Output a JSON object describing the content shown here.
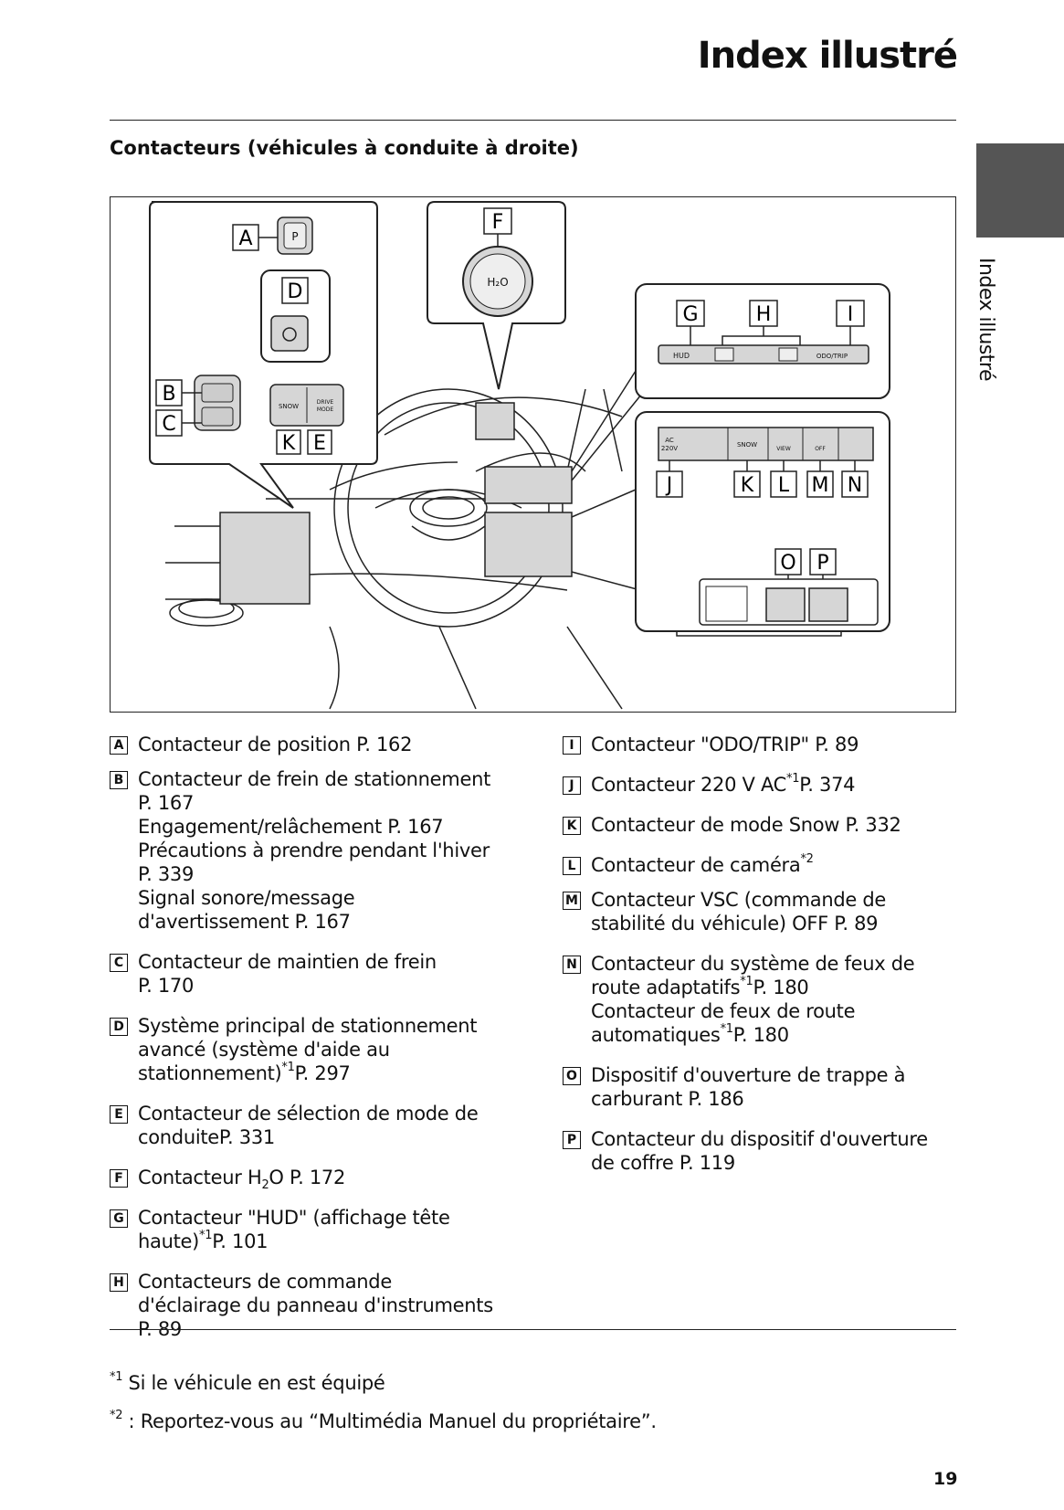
{
  "header": {
    "page_title": "Index illustré",
    "section_title": "Contacteurs (véhicules à conduite à droite)",
    "side_tab_label": "Index illustré"
  },
  "figure": {
    "callouts": [
      "A",
      "B",
      "C",
      "D",
      "E",
      "F",
      "G",
      "H",
      "I",
      "J",
      "K",
      "L",
      "M",
      "N",
      "O",
      "P"
    ],
    "switch_labels": {
      "park": "P",
      "h2o": "H₂O",
      "snow": "SNOW",
      "drive_mode_1": "DRIVE",
      "drive_mode_2": "MODE",
      "hud": "HUD",
      "odo_trip": "ODO/TRIP",
      "ac_1": "AC",
      "ac_2": "220V",
      "view": "VIEW",
      "off": "OFF"
    }
  },
  "legend_left": [
    {
      "key": "A",
      "lines": [
        "Contacteur de position P. 162"
      ]
    },
    {
      "key": "B",
      "lines": [
        "Contacteur de frein de stationnement",
        "P. 167",
        "Engagement/relâchement P. 167",
        "Précautions à prendre pendant l'hiver",
        "P. 339",
        "Signal sonore/message",
        "d'avertissement P. 167"
      ]
    },
    {
      "key": "C",
      "lines": [
        "Contacteur de maintien de frein",
        "P. 170"
      ]
    },
    {
      "key": "D",
      "lines": [
        "Système principal de stationnement",
        "avancé (système d'aide au"
      ],
      "sup_line_pre": "stationnement)",
      "sup": "*1",
      "sup_line_post": "P. 297"
    },
    {
      "key": "E",
      "lines": [
        "Contacteur de sélection de mode de",
        "conduiteP. 331"
      ]
    },
    {
      "key": "F",
      "pre": "Contacteur H",
      "sub": "2",
      "post": "O P. 172"
    },
    {
      "key": "G",
      "lines": [
        "Contacteur \"HUD\" (affichage tête"
      ],
      "sup_line_pre": "haute)",
      "sup": "*1",
      "sup_line_post": "P. 101"
    },
    {
      "key": "H",
      "lines": [
        "Contacteurs de commande",
        "d'éclairage du panneau d'instruments",
        "P. 89"
      ]
    }
  ],
  "legend_right": [
    {
      "key": "I",
      "lines": [
        "Contacteur \"ODO/TRIP\" P. 89"
      ]
    },
    {
      "key": "J",
      "pre": "Contacteur 220 V AC",
      "sup": "*1",
      "post": "P. 374"
    },
    {
      "key": "K",
      "lines": [
        "Contacteur de mode Snow P. 332"
      ]
    },
    {
      "key": "L",
      "pre": "Contacteur de caméra",
      "sup": "*2",
      "post": ""
    },
    {
      "key": "M",
      "lines": [
        "Contacteur VSC (commande de",
        "stabilité du véhicule) OFF P. 89"
      ]
    },
    {
      "key": "N",
      "lines": [
        "Contacteur du système de feux de"
      ],
      "sup_line_pre": "route adaptatifs",
      "sup": "*1",
      "sup_line_post": "P. 180",
      "extra_lines": [
        "Contacteur de feux de route"
      ],
      "sup2_pre": "automatiques",
      "sup2": "*1",
      "sup2_post": "P. 180"
    },
    {
      "key": "O",
      "lines": [
        "Dispositif d'ouverture de trappe à",
        "carburant P. 186"
      ]
    },
    {
      "key": "P",
      "lines": [
        "Contacteur du dispositif d'ouverture",
        "de coffre P. 119"
      ]
    }
  ],
  "footnotes": {
    "one_mark": "*1",
    "one_text": " Si le véhicule en est équipé",
    "two_mark": "*2",
    "two_text": " : Reportez-vous au “Multimédia Manuel du propriétaire”."
  },
  "page_number": "19",
  "colors": {
    "side_tab": "#555555",
    "switch_fill": "#d6d6d6",
    "ink": "#111111"
  }
}
